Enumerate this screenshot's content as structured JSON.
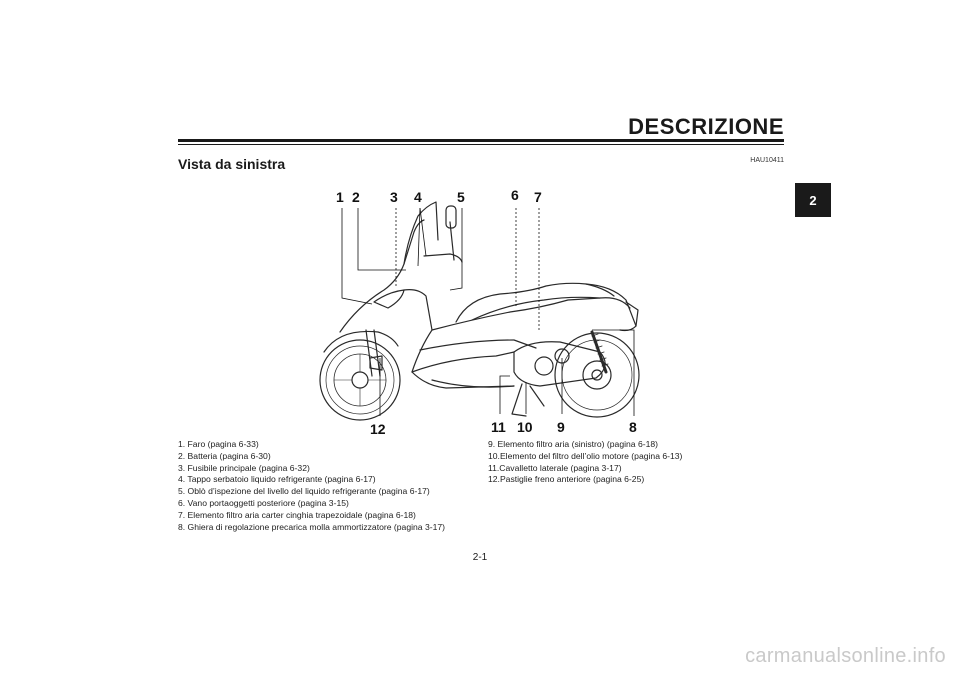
{
  "header": {
    "section_title": "DESCRIZIONE",
    "subtitle": "Vista da sinistra",
    "ref_code": "HAU10411",
    "chapter_tab": "2"
  },
  "figure": {
    "callouts": [
      "1",
      "2",
      "3",
      "4",
      "5",
      "6",
      "7",
      "8",
      "9",
      "10",
      "11",
      "12"
    ]
  },
  "legend": {
    "left": [
      "1. Faro (pagina 6-33)",
      "2. Batteria (pagina 6-30)",
      "3. Fusibile principale (pagina 6-32)",
      "4. Tappo serbatoio liquido refrigerante (pagina 6-17)",
      "5. Oblò d’ispezione del livello del liquido refrigerante (pagina 6-17)",
      "6. Vano portaoggetti posteriore (pagina 3-15)",
      "7. Elemento filtro aria carter cinghia trapezoidale (pagina 6-18)",
      "8. Ghiera di regolazione precarica molla ammortizzatore (pagina 3-17)"
    ],
    "right": [
      "9.  Elemento filtro aria (sinistro) (pagina 6-18)",
      "10.Elemento del filtro dell’olio motore (pagina 6-13)",
      "11.Cavalletto laterale (pagina 3-17)",
      "12.Pastiglie freno anteriore (pagina 6-25)"
    ]
  },
  "footer": {
    "page_number": "2-1",
    "watermark": "carmanualsonline.info"
  },
  "colors": {
    "ink": "#1a1a1a",
    "watermark": "#c9c9c9"
  }
}
